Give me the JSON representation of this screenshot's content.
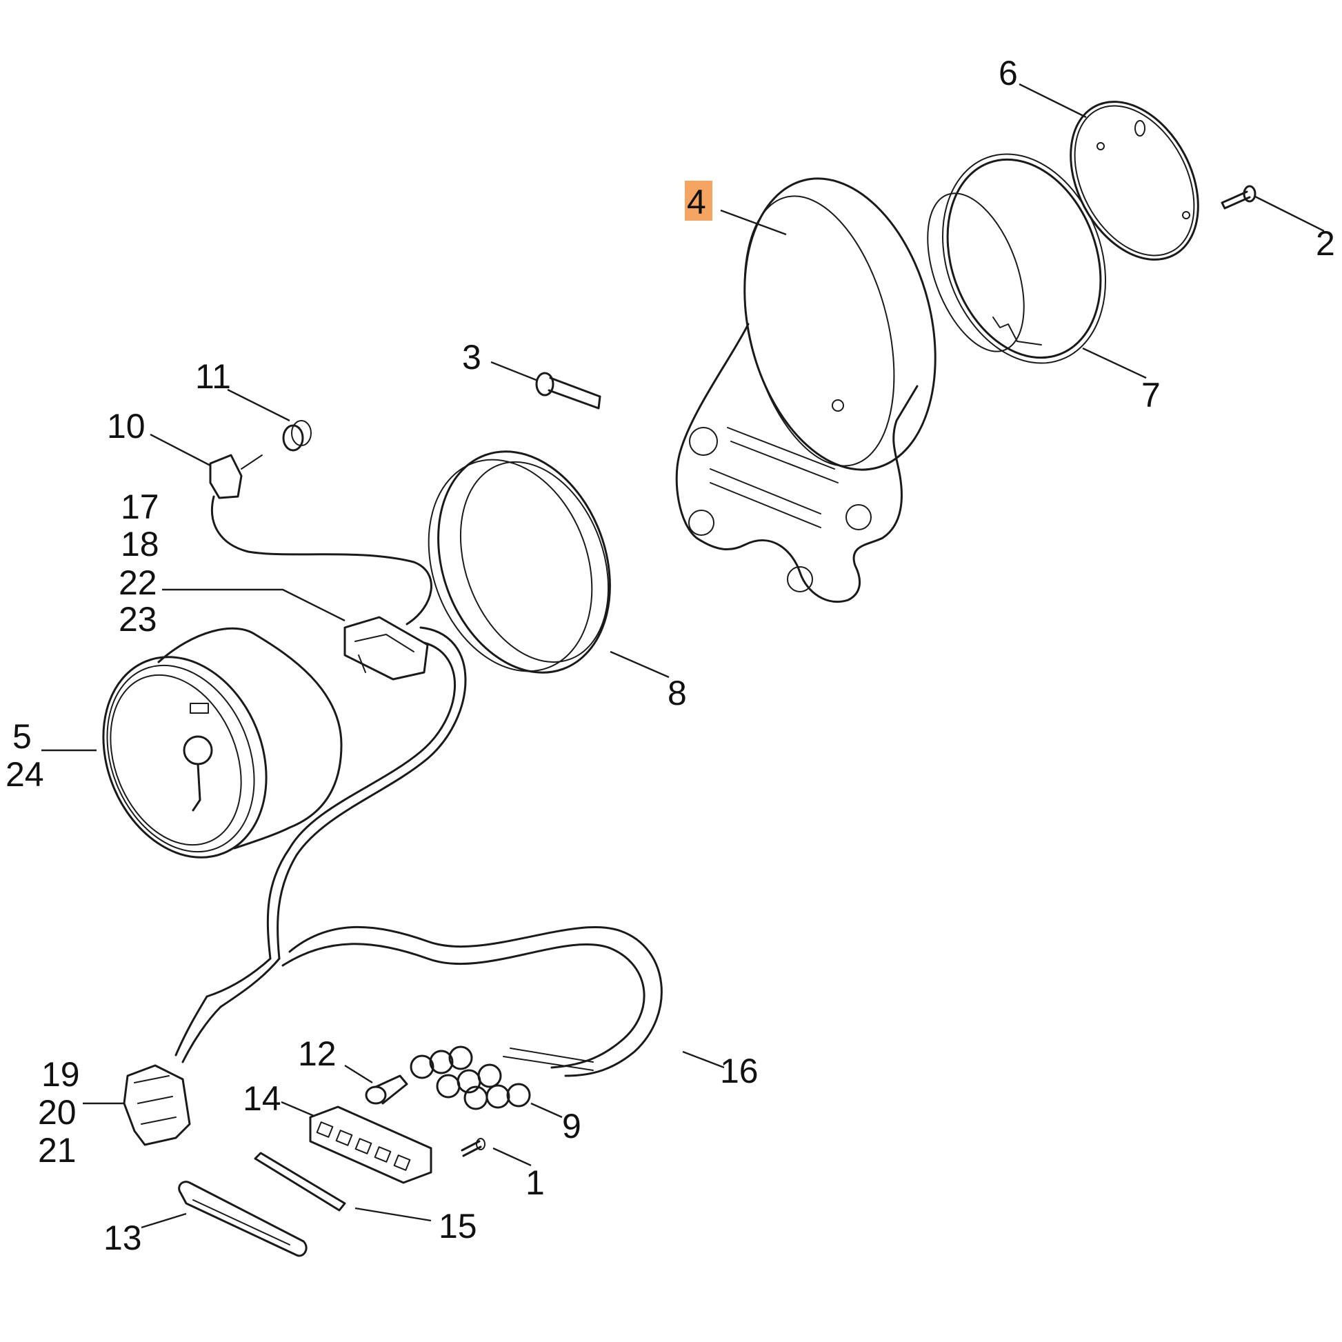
{
  "highlight_color": "#f6a462",
  "highlighted_callout": "4",
  "callouts": [
    {
      "id": "1",
      "label": "1"
    },
    {
      "id": "2",
      "label": "2"
    },
    {
      "id": "3",
      "label": "3"
    },
    {
      "id": "4",
      "label": "4"
    },
    {
      "id": "5",
      "label": "5"
    },
    {
      "id": "6",
      "label": "6"
    },
    {
      "id": "7",
      "label": "7"
    },
    {
      "id": "8",
      "label": "8"
    },
    {
      "id": "9",
      "label": "9"
    },
    {
      "id": "10",
      "label": "10"
    },
    {
      "id": "11",
      "label": "11"
    },
    {
      "id": "12",
      "label": "12"
    },
    {
      "id": "13",
      "label": "13"
    },
    {
      "id": "14",
      "label": "14"
    },
    {
      "id": "15",
      "label": "15"
    },
    {
      "id": "16",
      "label": "16"
    },
    {
      "id": "17",
      "label": "17"
    },
    {
      "id": "18",
      "label": "18"
    },
    {
      "id": "19",
      "label": "19"
    },
    {
      "id": "20",
      "label": "20"
    },
    {
      "id": "21",
      "label": "21"
    },
    {
      "id": "22",
      "label": "22"
    },
    {
      "id": "23",
      "label": "23"
    },
    {
      "id": "24",
      "label": "24"
    }
  ]
}
